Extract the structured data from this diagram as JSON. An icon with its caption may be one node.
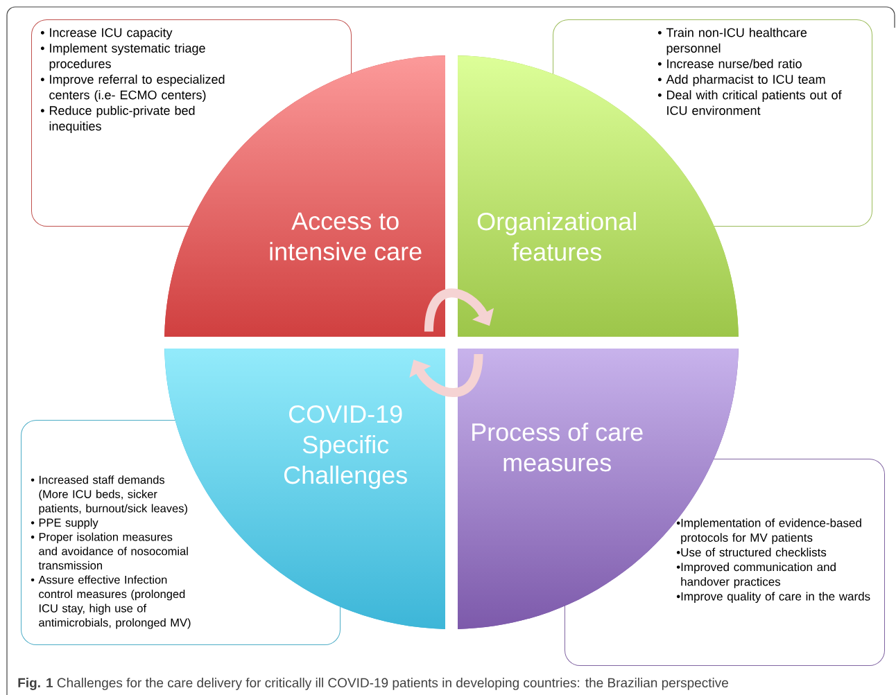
{
  "diagram": {
    "caption": "**Fig. 1** Challenges for the care delivery for critically ill COVID-19 patients in developing countries: the Brazilian perspective",
    "nodes": [
      {
        "text": [
          "• Increase ICU capacity",
          "• Implement systematic triage procedures",
          "• Improve referral to especialized centers (i.e- ECMO centers)",
          "• Reduce public-private bed inequities"
        ]
      },
      {
        "text": [
          "• Train non-ICU healthcare personnel",
          "• Increase nurse/bed ratio",
          "• Add pharmacist to ICU team",
          "• Deal with critical patients out of ICU environment"
        ]
      },
      {
        "text": [
          "Access to intensive care"
        ]
      },
      {
        "text": [
          "Organizational features"
        ]
      },
      {
        "text": [
          "COVID-19 Specific Challenges"
        ]
      },
      {
        "text": [
          "Process of care measures"
        ]
      },
      {
        "text": [
          "• Increased staff demands (More ICU beds, sicker patients, burnout/sick leaves)",
          "• PPE supply",
          "• Proper isolation measures and avoidance of nosocomial transmission",
          "• Assure effective Infection control measures (prolonged ICU stay, high use of antimicrobials, prolonged MV)"
        ]
      },
      {
        "text": [
          "•Implementation of evidence-based protocols for MV patients",
          "•Use of structured checklists",
          "•Improved communication and handover practices",
          "•Improve quality of care in the wards"
        ]
      }
    ],
    "edges": [
      {
        "from": 2,
        "to": 3,
        "arrow": "to"
      },
      {
        "from": 5,
        "to": 4,
        "arrow": "to"
      }
    ]
  }
}
